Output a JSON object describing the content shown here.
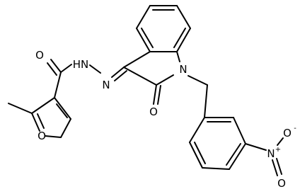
{
  "structure": {
    "atoms": {
      "carbonyl_o": "O",
      "nh": "NH",
      "hn": "HN",
      "hydrazone_n": "N",
      "indole_n": "N",
      "oxo_o": "O",
      "furan_o": "O",
      "nitro_n": "N",
      "nitro_n_charge": "+",
      "nitro_o_top": "O",
      "nitro_o_top_charge": "-",
      "nitro_o_bottom": "O"
    }
  }
}
